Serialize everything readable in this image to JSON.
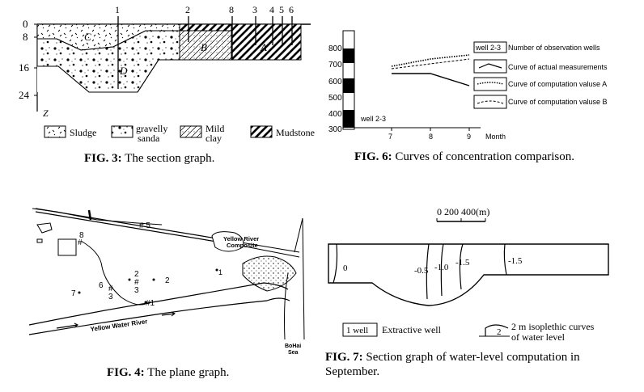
{
  "fig3": {
    "depth_ticks": [
      "0",
      "8",
      "16",
      "24"
    ],
    "z_label": "Z",
    "well_labels": [
      "1",
      "2",
      "8",
      "3",
      "4",
      "5",
      "6"
    ],
    "zone_labels": [
      "C",
      "B",
      "A",
      "D"
    ],
    "legend": {
      "sludge": "Sludge",
      "gravelly_1": "gravelly",
      "gravelly_2": "sanda",
      "clay_1": "Mild",
      "clay_2": "clay",
      "mudstone": "Mudstone"
    },
    "caption_label": "FIG. 3:",
    "caption_text": " The section graph."
  },
  "fig6": {
    "y_ticks": [
      "800",
      "700",
      "600",
      "500",
      "400",
      "300"
    ],
    "x_ticks": [
      "7",
      "8",
      "9"
    ],
    "x_unit": "Month",
    "well_text": "well 2-3",
    "legend": {
      "box_label": "well 2-3",
      "wells": "Number of observation wells",
      "actual": "Curve of actual measurements",
      "comp_a": "Curve of computation valuse A",
      "comp_b": "Curve of computation valuse B"
    },
    "caption_label": "FIG. 6:",
    "caption_text": " Curves of concentration comparison."
  },
  "fig4": {
    "labels": {
      "w5": "# 5",
      "w8a": "8",
      "w8b": "#",
      "w7": "7",
      "w6": "6",
      "w6hash": "#",
      "w3": "3",
      "w2a": "2",
      "w2hash": "#",
      "w2b": "2",
      "w3b": "3",
      "w1": "#1",
      "w1b": "1",
      "yr_composite_1": "Yellow River",
      "yr_composite_2": "Composite",
      "river": "Yellow Water River",
      "bohai_1": "BoHai",
      "bohai_2": "Sea"
    },
    "caption_label": "FIG. 4:",
    "caption_text": " The plane graph."
  },
  "fig7": {
    "scale": "0  200  400(m)",
    "contours": [
      "0",
      "-0.5",
      "-1.0",
      "-1.5",
      "-1.5"
    ],
    "legend": {
      "well_box": "1 well",
      "well_text": "Extractive well",
      "curve_num": "2",
      "curve_1": "2 m isoplethic curves",
      "curve_2": "of water level"
    },
    "caption_label": "FIG. 7:",
    "caption_text_1": "  Section graph of water-level computation in",
    "caption_text_2": "September."
  },
  "chart_data": {
    "type": "line",
    "x": [
      7,
      8,
      9
    ],
    "xlabel": "Month",
    "ylabel": "",
    "ylim": [
      300,
      800
    ],
    "series": [
      {
        "name": "Curve of actual measurements",
        "x": [
          7,
          8,
          9
        ],
        "values": [
          635,
          635,
          560
        ]
      },
      {
        "name": "Curve of computation valuse A",
        "x": [
          7,
          8,
          9
        ],
        "values": [
          680,
          725,
          750
        ]
      },
      {
        "name": "Curve of computation valuse B",
        "x": [
          7,
          8,
          9
        ],
        "values": [
          665,
          695,
          725
        ]
      }
    ]
  }
}
